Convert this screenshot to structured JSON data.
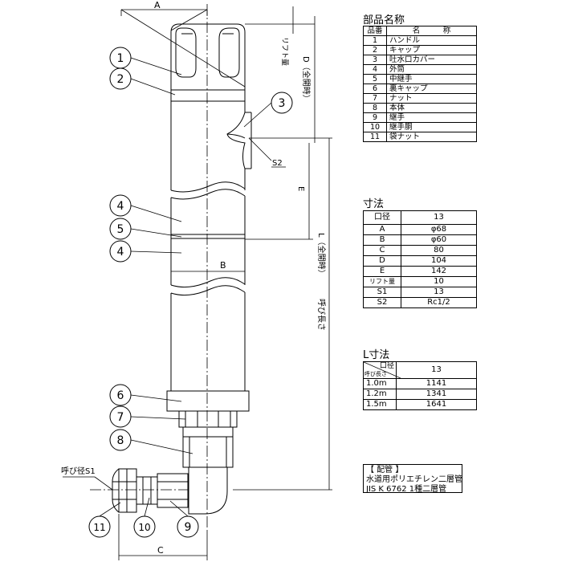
{
  "parts": {
    "title": "部品名称",
    "header": {
      "no": "品番",
      "name": "名　　　称"
    },
    "rows": [
      {
        "no": "1",
        "name": "ハンドル"
      },
      {
        "no": "2",
        "name": "キャップ"
      },
      {
        "no": "3",
        "name": "吐水口カバー"
      },
      {
        "no": "4",
        "name": "外筒"
      },
      {
        "no": "5",
        "name": "中継手"
      },
      {
        "no": "6",
        "name": "裏キャップ"
      },
      {
        "no": "7",
        "name": "ナット"
      },
      {
        "no": "8",
        "name": "本体"
      },
      {
        "no": "9",
        "name": "継手"
      },
      {
        "no": "10",
        "name": "継手胴"
      },
      {
        "no": "11",
        "name": "袋ナット"
      }
    ]
  },
  "dims": {
    "title": "寸法",
    "header": {
      "label": "口径",
      "value": "13"
    },
    "rows": [
      {
        "label": "A",
        "value": "φ68"
      },
      {
        "label": "B",
        "value": "φ60"
      },
      {
        "label": "C",
        "value": "80"
      },
      {
        "label": "D",
        "value": "104"
      },
      {
        "label": "E",
        "value": "142"
      },
      {
        "label": "リフト量",
        "value": "10"
      },
      {
        "label": "S1",
        "value": "13"
      },
      {
        "label": "S2",
        "value": "Rc1/2"
      }
    ]
  },
  "ldims": {
    "title": "L寸法",
    "header": {
      "top": "口径",
      "bottom": "呼び長さ",
      "value": "13"
    },
    "rows": [
      {
        "label": "1.0m",
        "value": "1141"
      },
      {
        "label": "1.2m",
        "value": "1341"
      },
      {
        "label": "1.5m",
        "value": "1641"
      }
    ]
  },
  "piping": {
    "line1": "【 配管 】",
    "line2": "水道用ポリエチレン二層管",
    "line3": "JIS  K  6762  1種二層管"
  },
  "drawing": {
    "dim_a": "A",
    "dim_b": "B",
    "dim_c": "C",
    "dim_e": "E",
    "dim_s2": "S2",
    "lift": "リフト量",
    "d_label": "D（全開時）",
    "l_label": "L（全開時）",
    "yobi": "呼び長さ",
    "yobi_s1": "呼び径S1",
    "balloons": [
      "1",
      "2",
      "3",
      "4",
      "5",
      "4",
      "6",
      "7",
      "8",
      "11",
      "10",
      "9"
    ]
  }
}
